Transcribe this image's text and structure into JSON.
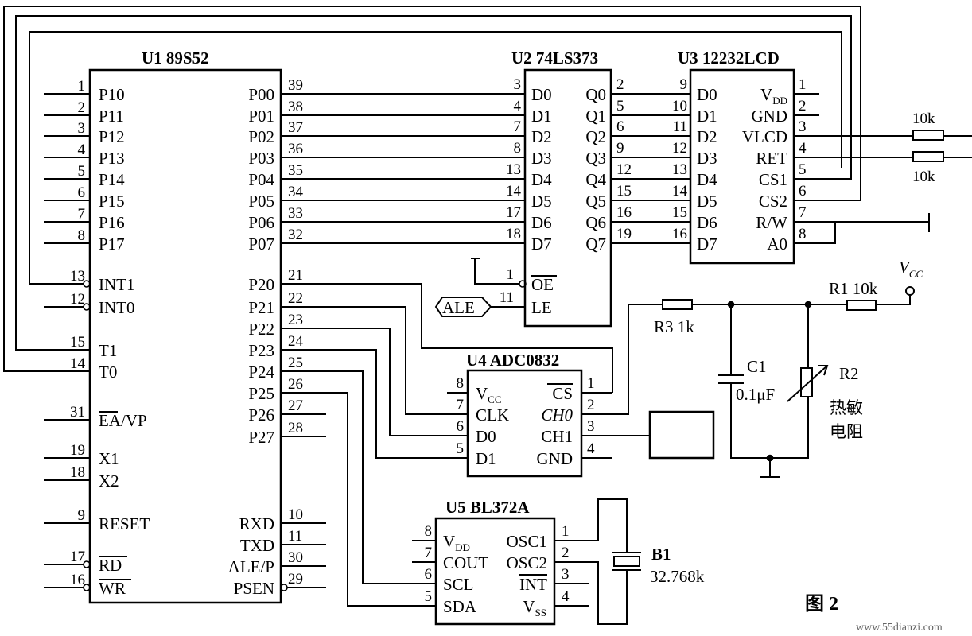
{
  "u1": {
    "title": "U1 89S52",
    "left_pins": [
      {
        "num": "1",
        "name": "P10"
      },
      {
        "num": "2",
        "name": "P11"
      },
      {
        "num": "3",
        "name": "P12"
      },
      {
        "num": "4",
        "name": "P13"
      },
      {
        "num": "5",
        "name": "P14"
      },
      {
        "num": "6",
        "name": "P15"
      },
      {
        "num": "7",
        "name": "P16"
      },
      {
        "num": "8",
        "name": "P17"
      },
      {
        "num": "13",
        "name": "INT1"
      },
      {
        "num": "12",
        "name": "INT0"
      },
      {
        "num": "15",
        "name": "T1"
      },
      {
        "num": "14",
        "name": "T0"
      },
      {
        "num": "31",
        "name": "EA/VP"
      },
      {
        "num": "19",
        "name": "X1"
      },
      {
        "num": "18",
        "name": "X2"
      },
      {
        "num": "9",
        "name": "RESET"
      },
      {
        "num": "17",
        "name": "RD"
      },
      {
        "num": "16",
        "name": "WR"
      }
    ],
    "right_pins": [
      {
        "num": "39",
        "name": "P00"
      },
      {
        "num": "38",
        "name": "P01"
      },
      {
        "num": "37",
        "name": "P02"
      },
      {
        "num": "36",
        "name": "P03"
      },
      {
        "num": "35",
        "name": "P04"
      },
      {
        "num": "34",
        "name": "P05"
      },
      {
        "num": "33",
        "name": "P06"
      },
      {
        "num": "32",
        "name": "P07"
      },
      {
        "num": "21",
        "name": "P20"
      },
      {
        "num": "22",
        "name": "P21"
      },
      {
        "num": "23",
        "name": "P22"
      },
      {
        "num": "24",
        "name": "P23"
      },
      {
        "num": "25",
        "name": "P24"
      },
      {
        "num": "26",
        "name": "P25"
      },
      {
        "num": "27",
        "name": "P26"
      },
      {
        "num": "28",
        "name": "P27"
      },
      {
        "num": "10",
        "name": "RXD"
      },
      {
        "num": "11",
        "name": "TXD"
      },
      {
        "num": "30",
        "name": "ALE/P"
      },
      {
        "num": "29",
        "name": "PSEN"
      }
    ]
  },
  "u2": {
    "title": "U2 74LS373",
    "d_pins": [
      {
        "num": "3",
        "name": "D0"
      },
      {
        "num": "4",
        "name": "D1"
      },
      {
        "num": "7",
        "name": "D2"
      },
      {
        "num": "8",
        "name": "D3"
      },
      {
        "num": "13",
        "name": "D4"
      },
      {
        "num": "14",
        "name": "D5"
      },
      {
        "num": "17",
        "name": "D6"
      },
      {
        "num": "18",
        "name": "D7"
      }
    ],
    "q_pins": [
      {
        "num": "2",
        "name": "Q0"
      },
      {
        "num": "5",
        "name": "Q1"
      },
      {
        "num": "6",
        "name": "Q2"
      },
      {
        "num": "9",
        "name": "Q3"
      },
      {
        "num": "12",
        "name": "Q4"
      },
      {
        "num": "15",
        "name": "Q5"
      },
      {
        "num": "16",
        "name": "Q6"
      },
      {
        "num": "19",
        "name": "Q7"
      }
    ],
    "oe": {
      "num": "1",
      "name": "OE"
    },
    "le": {
      "num": "11",
      "name": "LE"
    },
    "ale_label": "ALE"
  },
  "u3": {
    "title": "U3 12232LCD",
    "d_pins": [
      {
        "num": "9",
        "name": "D0"
      },
      {
        "num": "10",
        "name": "D1"
      },
      {
        "num": "11",
        "name": "D2"
      },
      {
        "num": "12",
        "name": "D3"
      },
      {
        "num": "13",
        "name": "D4"
      },
      {
        "num": "14",
        "name": "D5"
      },
      {
        "num": "15",
        "name": "D6"
      },
      {
        "num": "16",
        "name": "D7"
      }
    ],
    "vdd_name": "V",
    "vdd_sub": "DD",
    "right_pins": [
      {
        "num": "1",
        "name": ""
      },
      {
        "num": "2",
        "name": "GND"
      },
      {
        "num": "3",
        "name": "VLCD"
      },
      {
        "num": "4",
        "name": "RET"
      },
      {
        "num": "5",
        "name": "CS1"
      },
      {
        "num": "6",
        "name": "CS2"
      },
      {
        "num": "7",
        "name": "R/W"
      },
      {
        "num": "8",
        "name": "A0"
      }
    ]
  },
  "u4": {
    "title": "U4 ADC0832",
    "left_pins": [
      {
        "num": "8",
        "name": "V"
      },
      {
        "num": "7",
        "name": "CLK"
      },
      {
        "num": "6",
        "name": "D0"
      },
      {
        "num": "5",
        "name": "D1"
      }
    ],
    "vcc_sub": "CC",
    "right_pins": [
      {
        "num": "1",
        "name": "CS"
      },
      {
        "num": "2",
        "name": "CH0"
      },
      {
        "num": "3",
        "name": "CH1"
      },
      {
        "num": "4",
        "name": "GND"
      }
    ]
  },
  "u5": {
    "title": "U5 BL372A",
    "left_pins": [
      {
        "num": "8",
        "name": "V"
      },
      {
        "num": "7",
        "name": "COUT"
      },
      {
        "num": "6",
        "name": "SCL"
      },
      {
        "num": "5",
        "name": "SDA"
      }
    ],
    "vdd_sub": "DD",
    "right_pins": [
      {
        "num": "1",
        "name": "OSC1"
      },
      {
        "num": "2",
        "name": "OSC2"
      },
      {
        "num": "3",
        "name": "INT"
      },
      {
        "num": "4",
        "name": "V"
      }
    ],
    "vss_sub": "SS"
  },
  "parts": {
    "r_top_label": "10k",
    "r_bot_label": "10k",
    "vcc_main": "V",
    "vcc_sub": "CC",
    "r1_label": "R1 10k",
    "r3_label": "R3 1k",
    "c1_name": "C1",
    "c1_value": "0.1μF",
    "r2_name": "R2",
    "r2_desc1": "热敏",
    "r2_desc2": "电阻",
    "b1_name": "B1",
    "b1_value": "32.768k"
  },
  "figure_label": "图 2",
  "watermark": "www.55dianzi.com"
}
